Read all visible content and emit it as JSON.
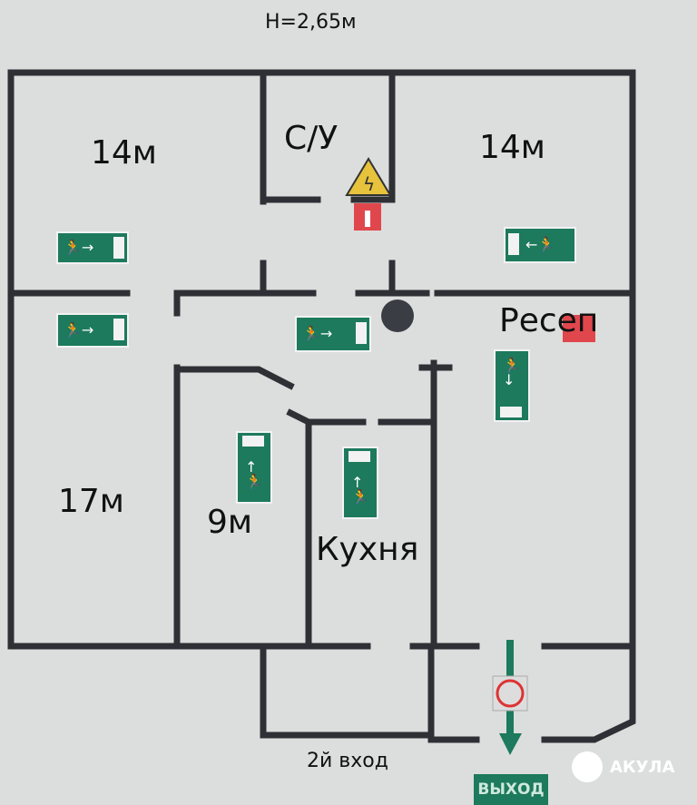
{
  "title": "H=2,65м",
  "rooms": {
    "top_left": "14м",
    "bathroom": "С/У",
    "top_right": "14м",
    "reception": "Ресеп",
    "left": "17м",
    "middle": "9м",
    "kitchen": "Кухня"
  },
  "entrance2": "2й вход",
  "exit_sign": "ВЫХОД",
  "watermark": "АКУЛА",
  "colors": {
    "wall": "#2e3035",
    "sign": "#1d7a5c",
    "fire": "#e0474c"
  }
}
